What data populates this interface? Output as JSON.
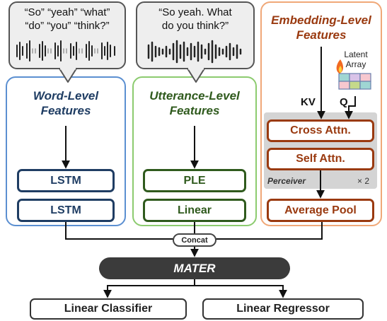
{
  "bubbles": {
    "word": {
      "line1": "“So” “yeah” “what”",
      "line2": "“do” “you” “think?”"
    },
    "utterance": {
      "line1": "“So yeah. What",
      "line2": "do you think?”"
    }
  },
  "panels": {
    "word": {
      "title_line1": "Word-Level",
      "title_line2": "Features",
      "color": "#5b8fd1"
    },
    "utterance": {
      "title_line1": "Utterance-Level",
      "title_line2": "Features",
      "color": "#8ccb6f"
    },
    "embedding": {
      "title_line1": "Embedding-Level",
      "title_line2": "Features",
      "color": "#f0a878"
    }
  },
  "blocks": {
    "word": [
      "LSTM",
      "LSTM"
    ],
    "utterance": [
      "PLE",
      "Linear"
    ],
    "embedding": {
      "cross": "Cross Attn.",
      "self": "Self Attn.",
      "pool": "Average Pool"
    }
  },
  "latent": {
    "line1": "Latent",
    "line2": "Array",
    "cell_colors": [
      "#9fd6d3",
      "#d9c3e8",
      "#f7c8cf",
      "#f7c8cf",
      "#c5d98a",
      "#9fd6d3"
    ]
  },
  "labels": {
    "kv": "KV",
    "q": "Q",
    "perceiver": "Perceiver",
    "repeat": "× 2"
  },
  "concat": "Concat",
  "mater": "MATER",
  "heads": {
    "classifier": "Linear Classifier",
    "regressor": "Linear Regressor"
  },
  "colors": {
    "blue": "#1f3d63",
    "green": "#2f5a1d",
    "orange": "#9a3a10",
    "dark": "#3b3b3b"
  }
}
